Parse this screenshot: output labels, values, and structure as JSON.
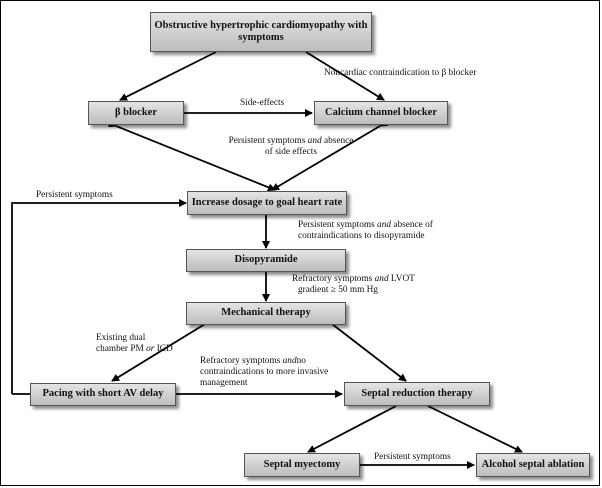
{
  "boxes": {
    "ohcm": "Obstructive hypertrophic cardiomyopathy with symptoms",
    "beta": "β blocker",
    "ccb": "Calcium channel blocker",
    "increase": "Increase dosage to goal heart rate",
    "diso": "Disopyramide",
    "mech": "Mechanical therapy",
    "pacing": "Pacing with short AV delay",
    "septal": "Septal reduction therapy",
    "myectomy": "Septal myectomy",
    "ablation": "Alcohol septal ablation"
  },
  "labels": {
    "noncardiac": "Noncardiac contraindication to β blocker",
    "side_effects": "Side-effects",
    "persist_a": "Persistent symptoms",
    "persist_b_and": "and",
    "persist_c": "absence",
    "persist_d": "of side effects",
    "persistent_left": "Persistent symptoms",
    "diso_a": "Persistent symptoms",
    "diso_and": "and",
    "diso_c": "absence of",
    "diso_d": "contraindications to disopyramide",
    "refr_a": "Refractory symptoms",
    "refr_and": "and",
    "refr_c": "LVOT",
    "refr_d": "gradient ≥ 50 mm Hg",
    "dual_a": "Existing dual",
    "dual_b": "chamber PM",
    "dual_or": "or",
    "dual_c": "ICD",
    "inv_a": "Refractory symptoms",
    "inv_and": "and",
    "inv_c": "no",
    "inv_d": "contraindications to more invasive",
    "inv_e": "management",
    "persist_bottom": "Persistent symptoms"
  }
}
